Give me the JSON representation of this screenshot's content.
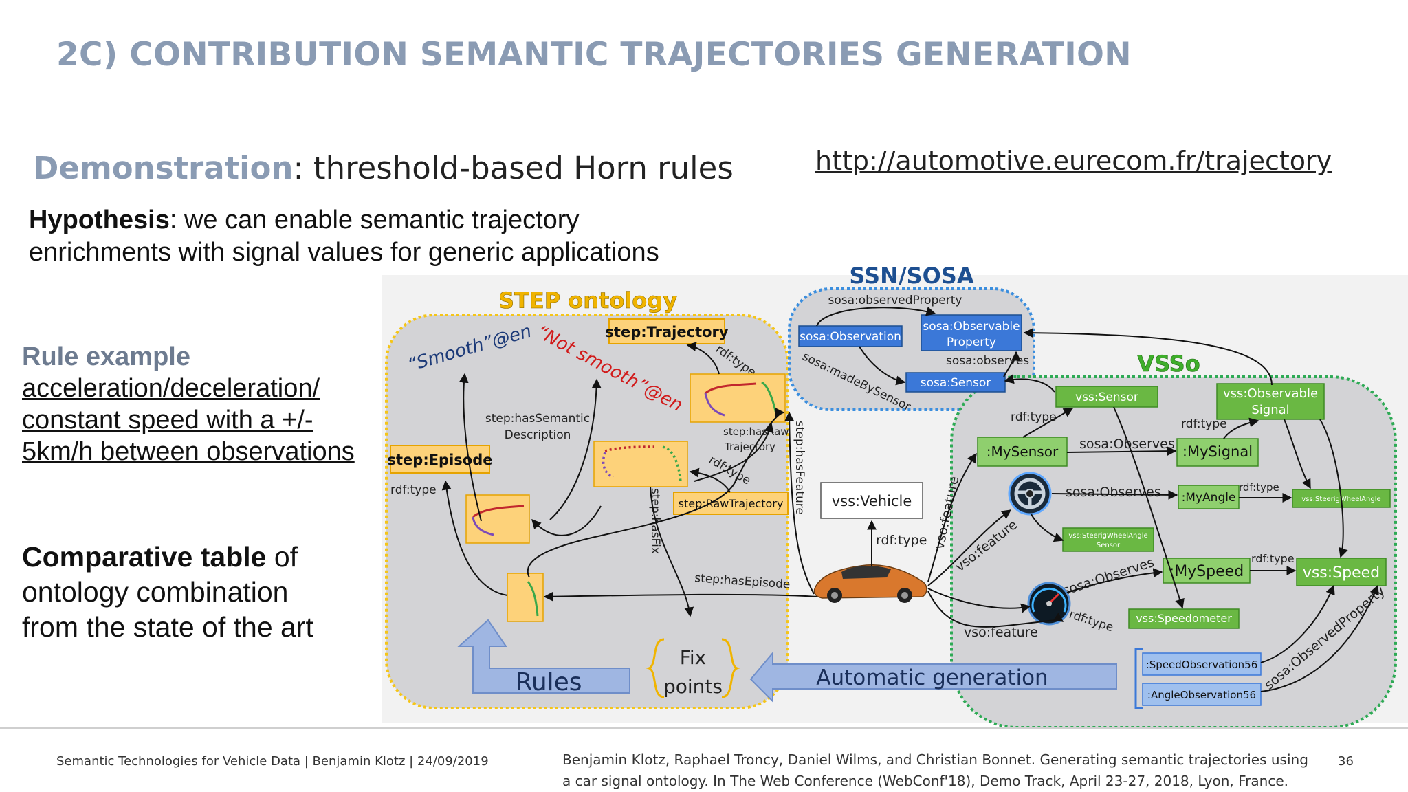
{
  "slide": {
    "title": "2C) CONTRIBUTION SEMANTIC TRAJECTORIES GENERATION",
    "demo_keyword": "Demonstration",
    "demo_rest": ": threshold-based Horn rules",
    "url": "http://automotive.eurecom.fr/trajectory",
    "hypothesis_keyword": "Hypothesis",
    "hypothesis_line1": ": we can enable semantic trajectory",
    "hypothesis_line2": "enrichments with signal values for generic applications",
    "rule_heading": "Rule example",
    "rule_line1": "acceleration/deceleration/",
    "rule_line2": "constant speed with a +/-",
    "rule_line3": "5km/h between observations",
    "comp_keyword": "Comparative table",
    "comp_line1_rest": " of",
    "comp_line2": "ontology combination",
    "comp_line3": "from the state of the art"
  },
  "diagram": {
    "step_title": "STEP ontology",
    "ssn_title": "SSN/SOSA",
    "vsso_title": "VSSo",
    "step_trajectory": "step:Trajectory",
    "step_episode": "step:Episode",
    "step_raw_trajectory": "step:RawTrajectory",
    "smooth": "“Smooth”@en",
    "not_smooth": "“Not smooth”@en",
    "has_semantic_desc_1": "step:hasSemantic",
    "has_semantic_desc_2": "Description",
    "has_raw_traj_1": "step:hasRaw",
    "has_raw_traj_2": "Trajectory",
    "rdf_type": "rdf:type",
    "has_feature": "step:hasFeature",
    "has_fix": "step:hasFix",
    "has_episode": "step:hasEpisode",
    "fix_line1": "Fix",
    "fix_line2": "points",
    "rules": "Rules",
    "automatic_generation": "Automatic generation",
    "observed_property": "sosa:observedProperty",
    "sosa_observation": "sosa:Observation",
    "sosa_observable_1": "sosa:Observable",
    "sosa_observable_2": "Property",
    "sosa_observes_lbl": "sosa:observes",
    "sosa_made_by": "sosa:madeBySensor",
    "sosa_sensor": "sosa:Sensor",
    "vss_vehicle": "vss:Vehicle",
    "vso_feature": "vso:feature",
    "vss_sensor": "vss:Sensor",
    "vss_observable_1": "vss:Observable",
    "vss_observable_2": "Signal",
    "my_sensor": ":MySensor",
    "my_signal": ":MySignal",
    "sosa_Observes": "sosa:Observes",
    "my_angle": ":MyAngle",
    "vss_steering_angle": "vss:SteerigWheelAngle",
    "vss_steering_sensor_1": "vss:SteerigWheelAngle",
    "vss_steering_sensor_2": "Sensor",
    "my_speed": ":MySpeed",
    "vss_speed": "vss:Speed",
    "vss_speedometer": "vss:Speedometer",
    "speed_obs": ":SpeedObservation56",
    "angle_obs": ":AngleObservation56",
    "sosa_observed_property": "sosa:ObservedProperty"
  },
  "footer": {
    "left": "Semantic Technologies for Vehicle Data | Benjamin Klotz | 24/09/2019",
    "ref_line1": "Benjamin Klotz, Raphael Troncy, Daniel Wilms, and Christian Bonnet. Generating semantic trajectories using",
    "ref_line2": "a car signal ontology. In The Web Conference (WebConf'18), Demo Track, April 23-27, 2018, Lyon, France.",
    "page": "36"
  },
  "colors": {
    "title": "#8a9bb3",
    "step_border": "#f5c518",
    "ssn_border": "#3b8ede",
    "vsso_border": "#2eaa55",
    "group_fill": "#d3d3d6",
    "orange_box": "#fdd27a",
    "green_box": "#8fcf6e",
    "green_dark": "#6ab843",
    "blue_box": "#3b78d8",
    "arrow_blue": "#9fb6e2"
  }
}
